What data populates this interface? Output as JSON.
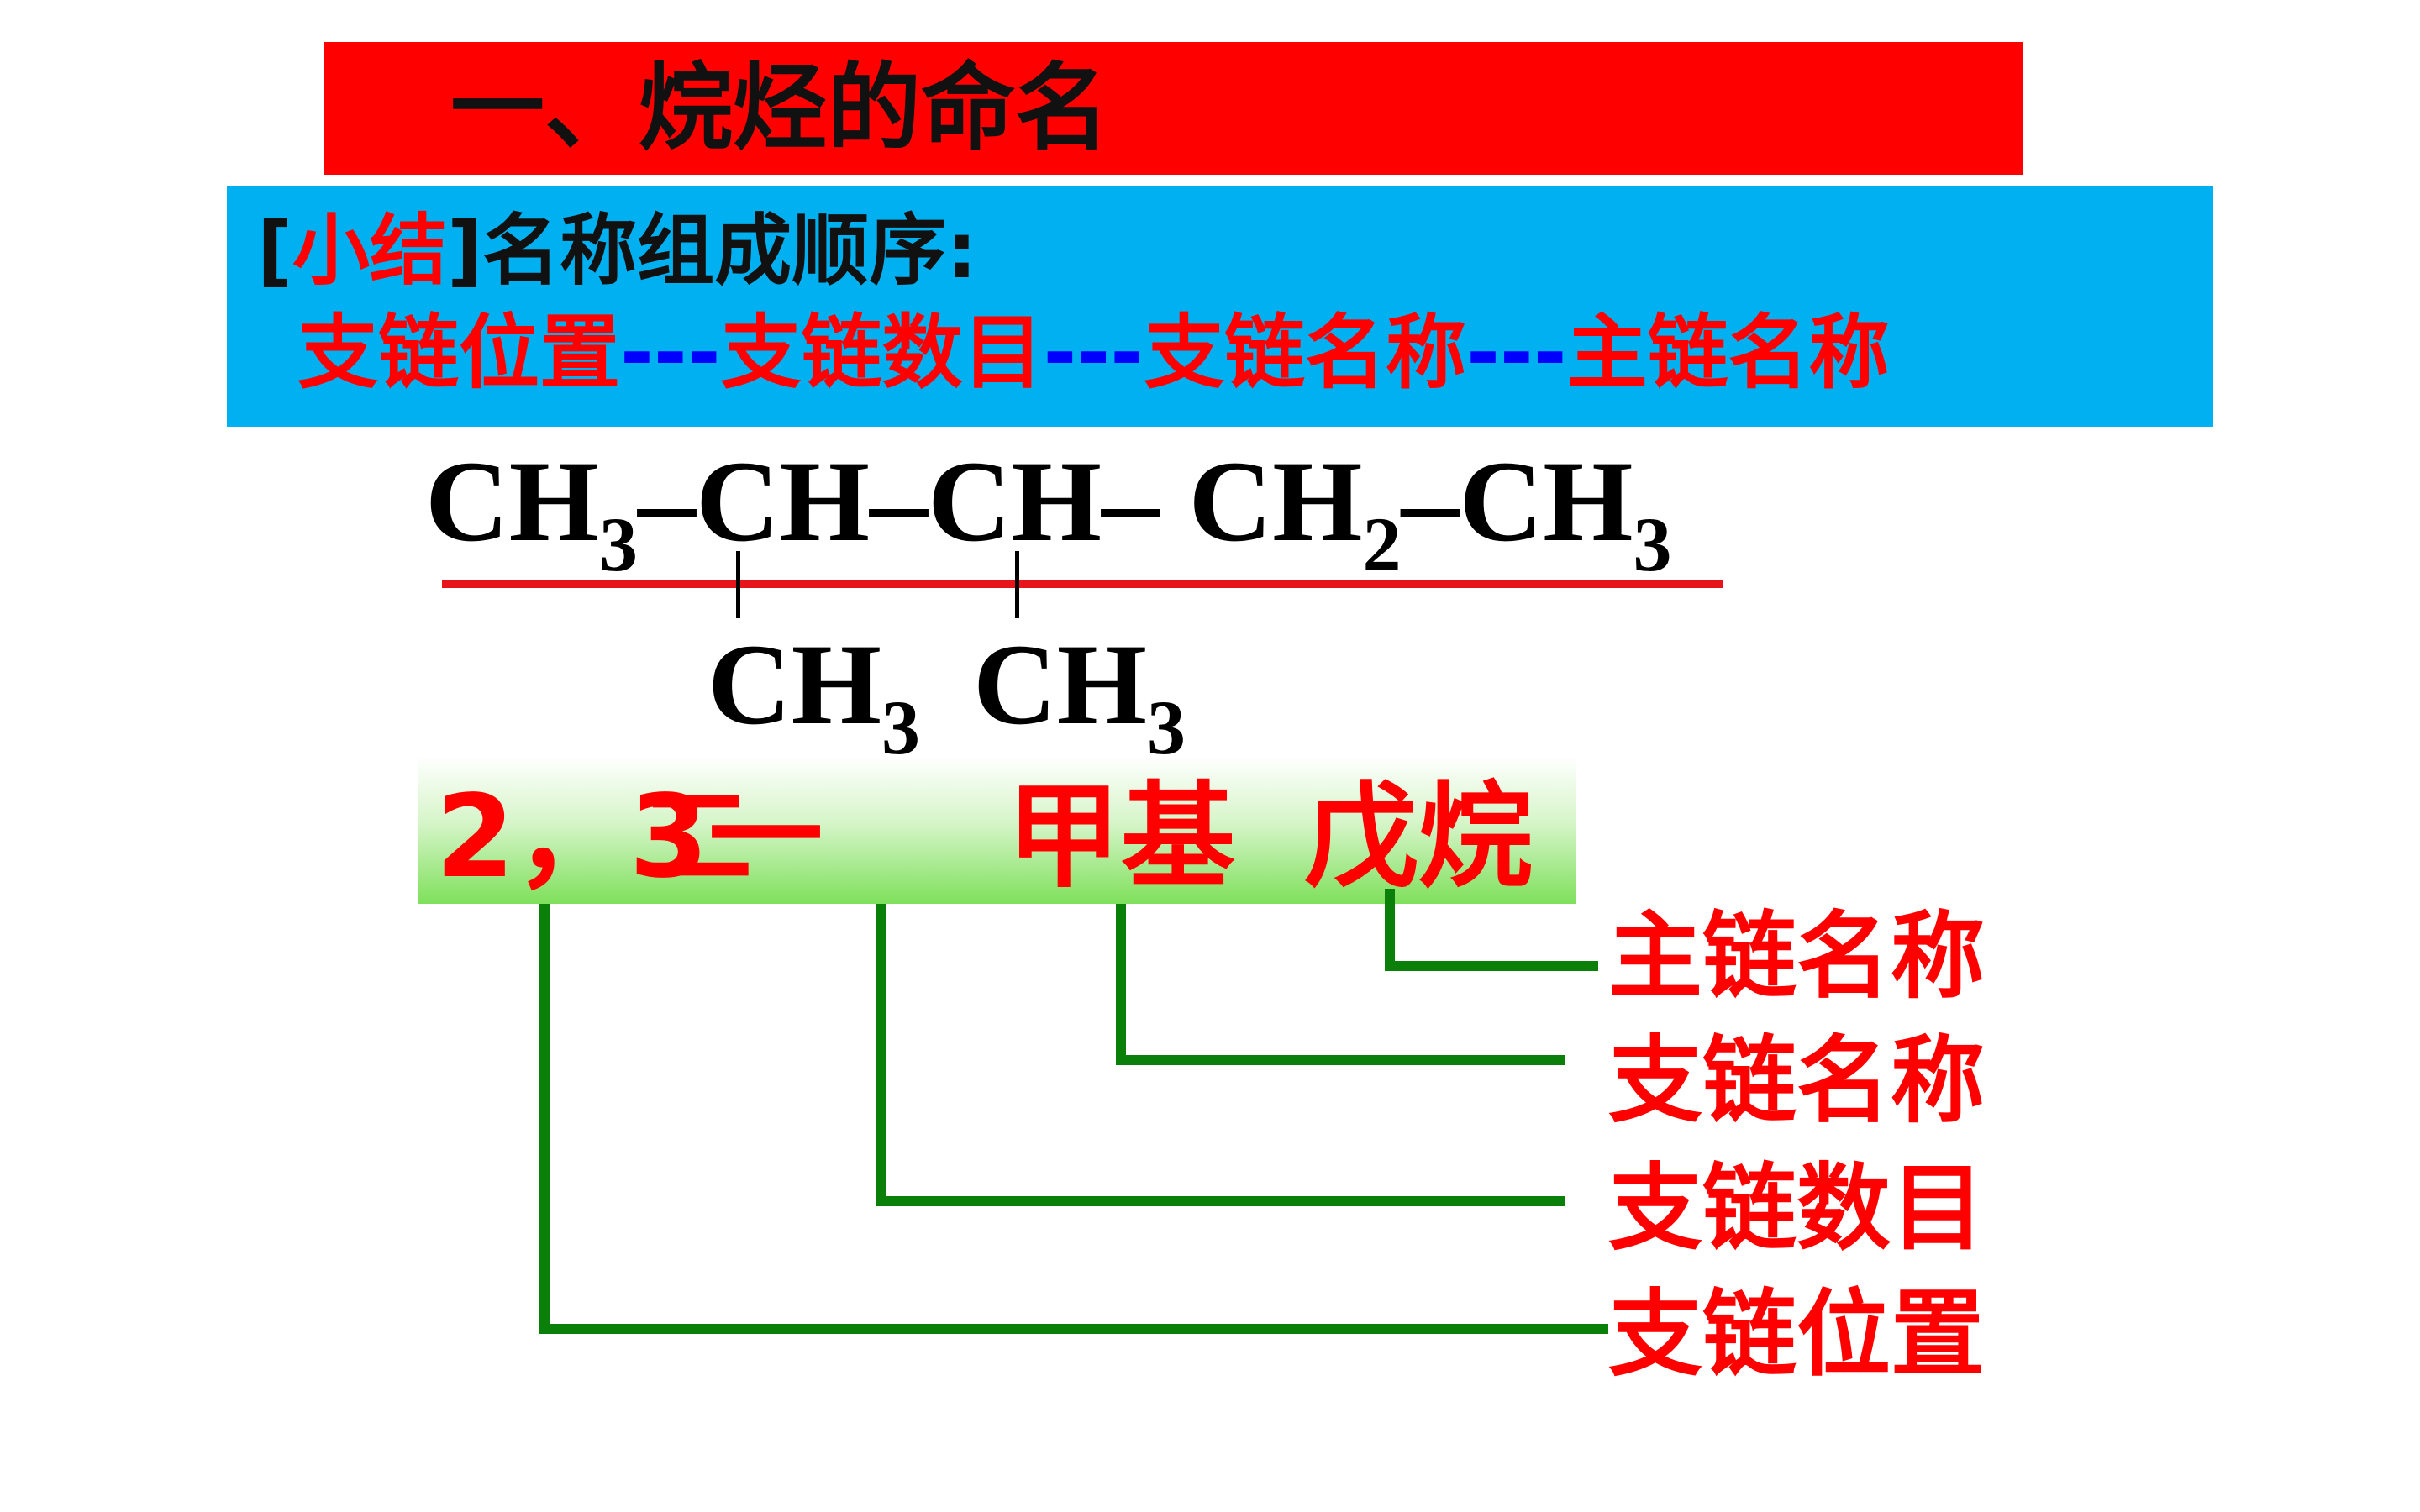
{
  "title": "一、烷烃的命名",
  "summary": {
    "bracket_open": "[",
    "tag": "小结",
    "bracket_close": "]",
    "label": "名称组成顺序:",
    "order": [
      "支链位置",
      "支链数目",
      "支链名称",
      "主链名称"
    ],
    "separator": "---"
  },
  "formula": {
    "main": {
      "ch3_a": "CH",
      "sub_a": "3",
      "bond_a": "–",
      "ch_b": "CH",
      "bond_b": "–",
      "ch_c": "CH",
      "bond_c": "– ",
      "ch2": "CH",
      "sub_2": "2",
      "bond_d": "–",
      "ch3_e": "CH",
      "sub_e": "3"
    },
    "branches": [
      {
        "group": "CH",
        "sub": "3"
      },
      {
        "group": "CH",
        "sub": "3"
      }
    ]
  },
  "compound_name": {
    "position": "2，3一",
    "count": "二",
    "branch": "甲基",
    "main_chain": "戊烷"
  },
  "labels": {
    "main_chain_name": "主链名称",
    "branch_name": "支链名称",
    "branch_count": "支链数目",
    "branch_position": "支链位置"
  },
  "colors": {
    "title_bar": "#ff0000",
    "summary_box": "#00b0f0",
    "accent_red": "#ff0000",
    "separator_blue": "#0000ff",
    "connector_green": "#0a800a"
  }
}
